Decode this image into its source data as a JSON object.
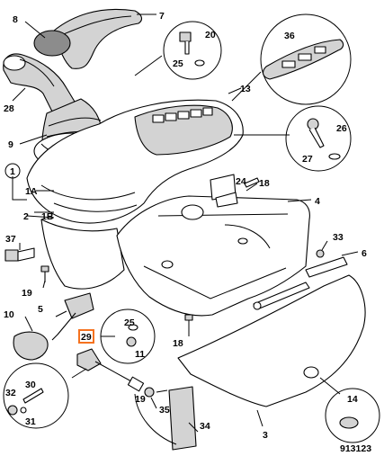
{
  "drawing_number": "913123",
  "callouts": {
    "c1": "1",
    "c1a": "1A",
    "c1b": "1B",
    "c2": "2",
    "c3": "3",
    "c4": "4",
    "c5": "5",
    "c6": "6",
    "c7": "7",
    "c8": "8",
    "c9": "9",
    "c10": "10",
    "c11": "11",
    "c13": "13",
    "c14": "14",
    "c18a": "18",
    "c18b": "18",
    "c19": "19",
    "c20": "20",
    "c24": "24",
    "c25a": "25",
    "c25b": "25",
    "c26": "26",
    "c27": "27",
    "c28": "28",
    "c29": "29",
    "c30": "30",
    "c31": "31",
    "c32": "32",
    "c33": "33",
    "c34": "34",
    "c35": "35",
    "c36": "36",
    "c37": "37"
  },
  "highlight": {
    "callout": "29",
    "color": "#f5721f"
  }
}
